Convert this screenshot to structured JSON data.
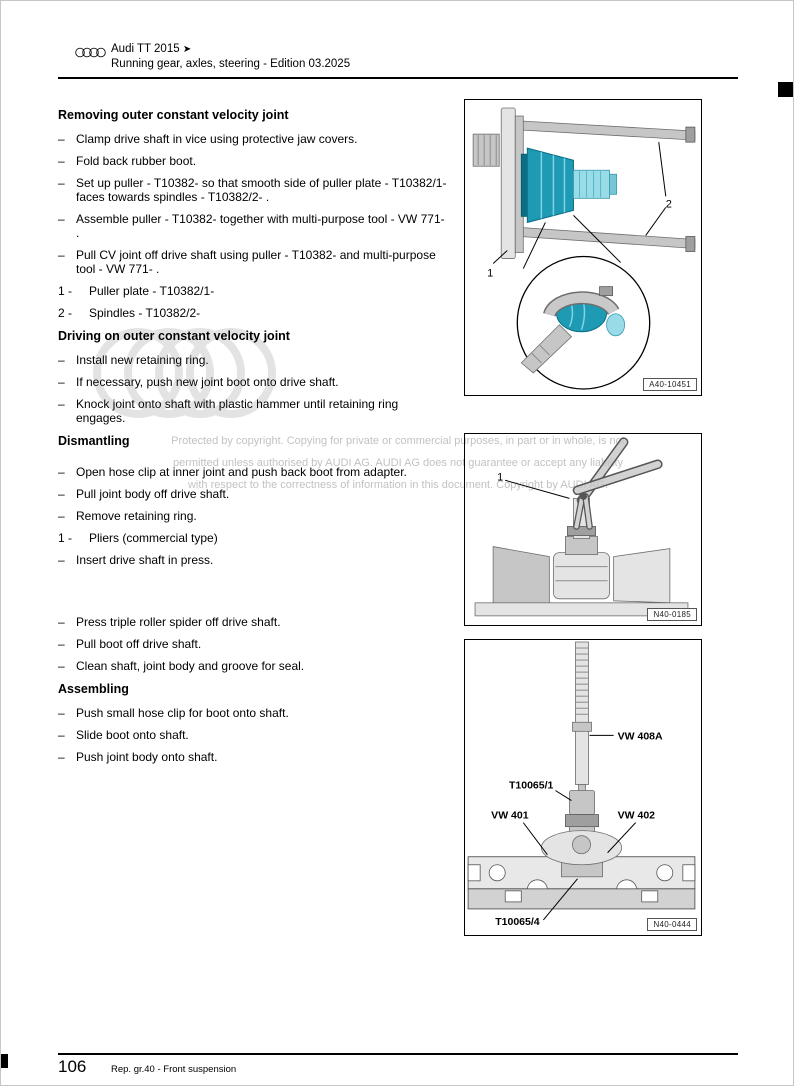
{
  "header": {
    "model": "Audi TT 2015",
    "arrow": "➤",
    "subtitle": "Running gear, axles, steering - Edition 03.2025"
  },
  "markers": {
    "dash": "–"
  },
  "sections": [
    {
      "heading": "Removing outer constant velocity joint",
      "items": [
        {
          "type": "dash",
          "text": "Clamp drive shaft in vice using protective jaw covers."
        },
        {
          "type": "dash",
          "text": "Fold back rubber boot."
        },
        {
          "type": "dash",
          "text": "Set up puller - T10382- so that smooth side of puller plate - T10382/1- faces towards spindles - T10382/2- ."
        },
        {
          "type": "dash",
          "text": "Assemble puller - T10382- together with multi-purpose tool - VW 771- ."
        },
        {
          "type": "dash",
          "text": "Pull CV joint off drive shaft using puller - T10382- and multi-purpose tool - VW 771- ."
        },
        {
          "type": "legend",
          "label": "1 -",
          "text": "Puller plate - T10382/1-"
        },
        {
          "type": "legend",
          "label": "2 -",
          "text": "Spindles - T10382/2-"
        }
      ]
    },
    {
      "heading": "Driving on outer constant velocity joint",
      "items": [
        {
          "type": "dash",
          "text": "Install new retaining ring."
        },
        {
          "type": "dash",
          "text": "If necessary, push new joint boot onto drive shaft."
        },
        {
          "type": "dash",
          "text": "Knock joint onto shaft with plastic hammer until retaining ring engages."
        }
      ]
    },
    {
      "heading": "Dismantling",
      "items": [
        {
          "type": "dash",
          "text": "Open hose clip at inner joint and push back boot from adapter."
        },
        {
          "type": "dash",
          "text": "Pull joint body off drive shaft."
        },
        {
          "type": "dash",
          "text": "Remove retaining ring."
        },
        {
          "type": "legend",
          "label": "1 -",
          "text": "Pliers (commercial type)"
        },
        {
          "type": "dash",
          "text": "Insert drive shaft in press."
        },
        {
          "type": "dash",
          "text": "Press triple roller spider off drive shaft."
        },
        {
          "type": "dash",
          "text": "Pull boot off drive shaft."
        },
        {
          "type": "dash",
          "text": "Clean shaft, joint body and groove for seal."
        }
      ]
    },
    {
      "heading": "Assembling",
      "items": [
        {
          "type": "dash",
          "text": "Push small hose clip for boot onto shaft."
        },
        {
          "type": "dash",
          "text": "Slide boot onto shaft."
        },
        {
          "type": "dash",
          "text": "Push joint body onto shaft."
        }
      ]
    }
  ],
  "figures": {
    "fig1": {
      "code": "A40-10451",
      "callouts": {
        "c1": "1",
        "c2": "2"
      }
    },
    "fig2": {
      "code": "N40-0185",
      "callouts": {
        "c1": "1"
      }
    },
    "fig3": {
      "code": "N40-0444",
      "labels": {
        "vw408a": "VW 408A",
        "t10065_1": "T10065/1",
        "vw401": "VW 401",
        "vw402": "VW 402",
        "t10065_4": "T10065/4"
      }
    }
  },
  "watermark": {
    "line1": "Protected by copyright. Copying for private or commercial purposes, in part or in whole, is not",
    "line2": "permitted unless authorised by AUDI AG. AUDI AG does not guarantee or accept any liability",
    "line3": "with respect to the correctness of information in this document. Copyright by AUDI AG."
  },
  "footer": {
    "page_number": "106",
    "label": "Rep. gr.40 - Front suspension"
  },
  "colors": {
    "teal": "#1e9ab5",
    "teal_dark": "#0b6e86",
    "teal_light": "#9adbe8",
    "watermark_gray": "#c2c2c2"
  }
}
